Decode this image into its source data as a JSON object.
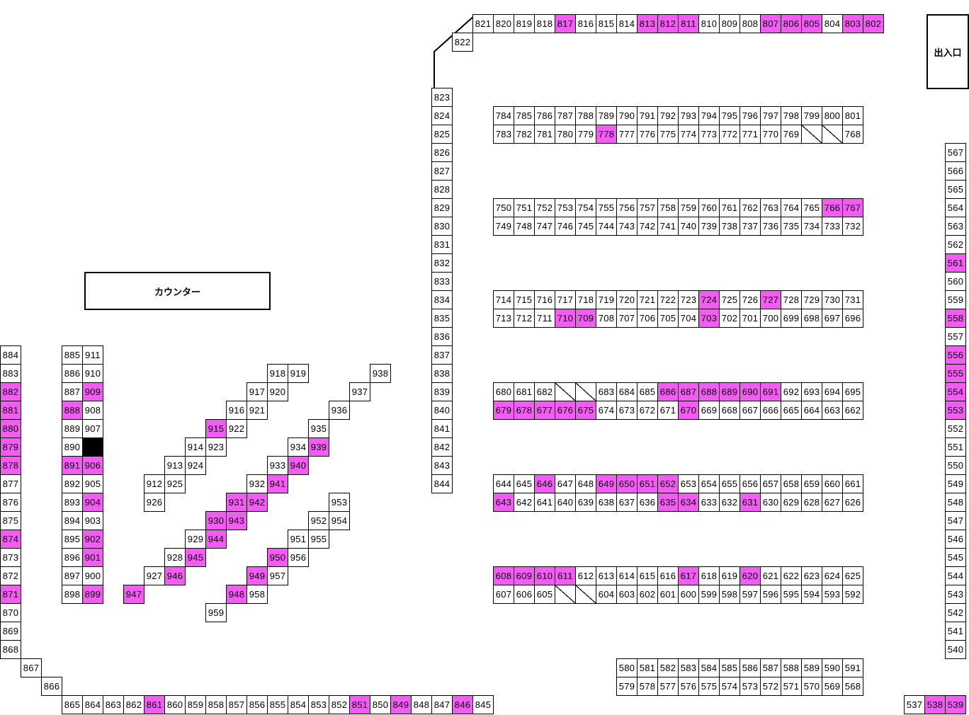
{
  "labels": {
    "counter": "カウンター",
    "exit": "出入口"
  },
  "colors": {
    "highlight": "#f35cf3",
    "blocked": "#000000"
  },
  "blocks": {
    "top_row": [
      "821",
      "820",
      "819",
      "818",
      "817",
      "816",
      "815",
      "814",
      "813",
      "812",
      "811",
      "810",
      "809",
      "808",
      "807",
      "806",
      "805",
      "804",
      "803",
      "802"
    ],
    "corner": [
      "822"
    ],
    "left_wall_column": [
      "823",
      "824",
      "825",
      "826",
      "827",
      "828",
      "829",
      "830",
      "831",
      "832",
      "833",
      "834",
      "835",
      "836",
      "837",
      "838",
      "839",
      "840",
      "841",
      "842",
      "843",
      "844"
    ],
    "island_1_top": [
      "784",
      "785",
      "786",
      "787",
      "788",
      "789",
      "790",
      "791",
      "792",
      "793",
      "794",
      "795",
      "796",
      "797",
      "798",
      "799",
      "800",
      "801"
    ],
    "island_1_bottom": [
      "783",
      "782",
      "781",
      "780",
      "779",
      "778",
      "777",
      "776",
      "775",
      "774",
      "773",
      "772",
      "771",
      "770",
      "769",
      "/",
      "/",
      "768"
    ],
    "island_2_top": [
      "750",
      "751",
      "752",
      "753",
      "754",
      "755",
      "756",
      "757",
      "758",
      "759",
      "760",
      "761",
      "762",
      "763",
      "764",
      "765",
      "766",
      "767"
    ],
    "island_2_bottom": [
      "749",
      "748",
      "747",
      "746",
      "745",
      "744",
      "743",
      "742",
      "741",
      "740",
      "739",
      "738",
      "737",
      "736",
      "735",
      "734",
      "733",
      "732"
    ],
    "island_3_top": [
      "714",
      "715",
      "716",
      "717",
      "718",
      "719",
      "720",
      "721",
      "722",
      "723",
      "724",
      "725",
      "726",
      "727",
      "728",
      "729",
      "730",
      "731"
    ],
    "island_3_bottom": [
      "713",
      "712",
      "711",
      "710",
      "709",
      "708",
      "707",
      "706",
      "705",
      "704",
      "703",
      "702",
      "701",
      "700",
      "699",
      "698",
      "697",
      "696"
    ],
    "island_4_top": [
      "680",
      "681",
      "682",
      "/",
      "/",
      "683",
      "684",
      "685",
      "686",
      "687",
      "688",
      "689",
      "690",
      "691",
      "692",
      "693",
      "694",
      "695"
    ],
    "island_4_bottom": [
      "679",
      "678",
      "677",
      "676",
      "675",
      "674",
      "673",
      "672",
      "671",
      "670",
      "669",
      "668",
      "667",
      "666",
      "665",
      "664",
      "663",
      "662"
    ],
    "island_5_top": [
      "644",
      "645",
      "646",
      "647",
      "648",
      "649",
      "650",
      "651",
      "652",
      "653",
      "654",
      "655",
      "656",
      "657",
      "658",
      "659",
      "660",
      "661"
    ],
    "island_5_bottom": [
      "643",
      "642",
      "641",
      "640",
      "639",
      "638",
      "637",
      "636",
      "635",
      "634",
      "633",
      "632",
      "631",
      "630",
      "629",
      "628",
      "627",
      "626"
    ],
    "island_6_top": [
      "608",
      "609",
      "610",
      "611",
      "612",
      "613",
      "614",
      "615",
      "616",
      "617",
      "618",
      "619",
      "620",
      "621",
      "622",
      "623",
      "624",
      "625"
    ],
    "island_6_bottom": [
      "607",
      "606",
      "605",
      "/",
      "/",
      "604",
      "603",
      "602",
      "601",
      "600",
      "599",
      "598",
      "597",
      "596",
      "595",
      "594",
      "593",
      "592"
    ],
    "island_7_top": [
      "580",
      "581",
      "582",
      "583",
      "584",
      "585",
      "586",
      "587",
      "588",
      "589",
      "590",
      "591"
    ],
    "island_7_bottom": [
      "579",
      "578",
      "577",
      "576",
      "575",
      "574",
      "573",
      "572",
      "571",
      "570",
      "569",
      "568"
    ],
    "right_wall_column": [
      "567",
      "566",
      "565",
      "564",
      "563",
      "562",
      "561",
      "560",
      "559",
      "558",
      "557",
      "556",
      "555",
      "554",
      "553",
      "552",
      "551",
      "550",
      "549",
      "548",
      "547",
      "546",
      "545",
      "544",
      "543",
      "542",
      "541",
      "540"
    ],
    "bottom_right": [
      "537",
      "538",
      "539"
    ],
    "left_column": [
      "884",
      "883",
      "882",
      "881",
      "880",
      "879",
      "878",
      "877",
      "876",
      "875",
      "874",
      "873",
      "872",
      "871",
      "870",
      "869",
      "868"
    ],
    "step_1": [
      "867"
    ],
    "step_2": [
      "866"
    ],
    "bottom_row": [
      "865",
      "864",
      "863",
      "862",
      "861",
      "860",
      "859",
      "858",
      "857",
      "856",
      "855",
      "854",
      "853",
      "852",
      "851",
      "850",
      "849",
      "848",
      "847",
      "846",
      "845"
    ],
    "pair_col_a": [
      "885",
      "886",
      "887",
      "888",
      "889",
      "890",
      "891",
      "892",
      "893",
      "894",
      "895",
      "896",
      "897",
      "898"
    ],
    "pair_col_b": [
      "911",
      "910",
      "909",
      "908",
      "907",
      "#",
      "906",
      "905",
      "904",
      "903",
      "902",
      "901",
      "900",
      "899"
    ],
    "diag_a_left": [
      "912",
      "913",
      "914",
      "915",
      "916",
      "917",
      "918"
    ],
    "diag_a_right": [
      "925",
      "924",
      "923",
      "922",
      "921",
      "920",
      "919"
    ],
    "diag_a_tail": [
      "926"
    ],
    "diag_b_left": [
      "932",
      "933",
      "934",
      "935",
      "936",
      "937",
      "938"
    ],
    "diag_b_right": [
      "941",
      "940",
      "939"
    ],
    "diag_c_left": [
      "931",
      "930",
      "929",
      "928",
      "927",
      "947"
    ],
    "diag_c_right": [
      "942",
      "943",
      "944",
      "945",
      "946"
    ],
    "diag_d_left": [
      "953",
      "952",
      "951",
      "950",
      "949",
      "948",
      "959"
    ],
    "diag_d_right": [
      "954",
      "955",
      "956",
      "957",
      "958"
    ]
  },
  "highlighted": [
    "817",
    "813",
    "812",
    "811",
    "807",
    "806",
    "805",
    "803",
    "802",
    "778",
    "766",
    "767",
    "724",
    "727",
    "710",
    "709",
    "703",
    "686",
    "687",
    "688",
    "689",
    "690",
    "691",
    "679",
    "678",
    "677",
    "676",
    "675",
    "670",
    "646",
    "649",
    "650",
    "651",
    "652",
    "643",
    "635",
    "634",
    "631",
    "608",
    "609",
    "610",
    "611",
    "617",
    "620",
    "561",
    "558",
    "556",
    "555",
    "554",
    "553",
    "538",
    "539",
    "882",
    "881",
    "880",
    "879",
    "878",
    "874",
    "871",
    "909",
    "888",
    "891",
    "906",
    "904",
    "902",
    "901",
    "899",
    "915",
    "939",
    "940",
    "941",
    "931",
    "942",
    "930",
    "943",
    "944",
    "945",
    "950",
    "946",
    "949",
    "947",
    "948",
    "861",
    "851",
    "849",
    "846"
  ]
}
